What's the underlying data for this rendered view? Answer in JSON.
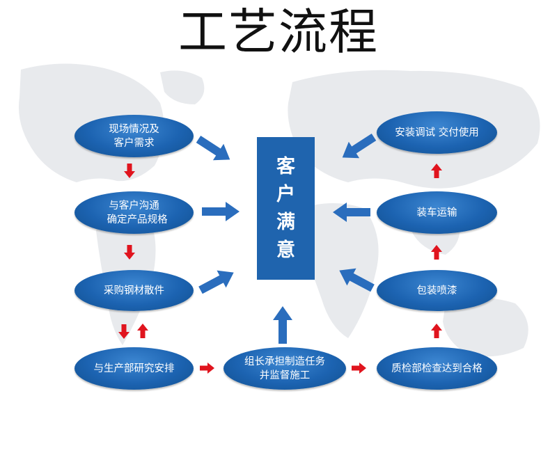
{
  "title": "工艺流程",
  "colors": {
    "node_blue": "#1c63b1",
    "arrow_blue": "#2a6dbd",
    "arrow_red": "#e0141e",
    "map_gray": "#e6e9ec"
  },
  "center": {
    "chars": [
      "客",
      "户",
      "满",
      "意"
    ]
  },
  "nodes": {
    "site_needs": "现场情况及\n客户需求",
    "confirm_specs": "与客户沟通\n  确定产品规格",
    "purchase": "采购钢材散件",
    "production_plan": "与生产部研究安排",
    "team_build": "组长承担制造任务\n并监督施工",
    "quality_check": "质检部检查达到合格",
    "paint": "包装喷漆",
    "loading": "装车运输",
    "install": "安装调试 交付使用"
  }
}
